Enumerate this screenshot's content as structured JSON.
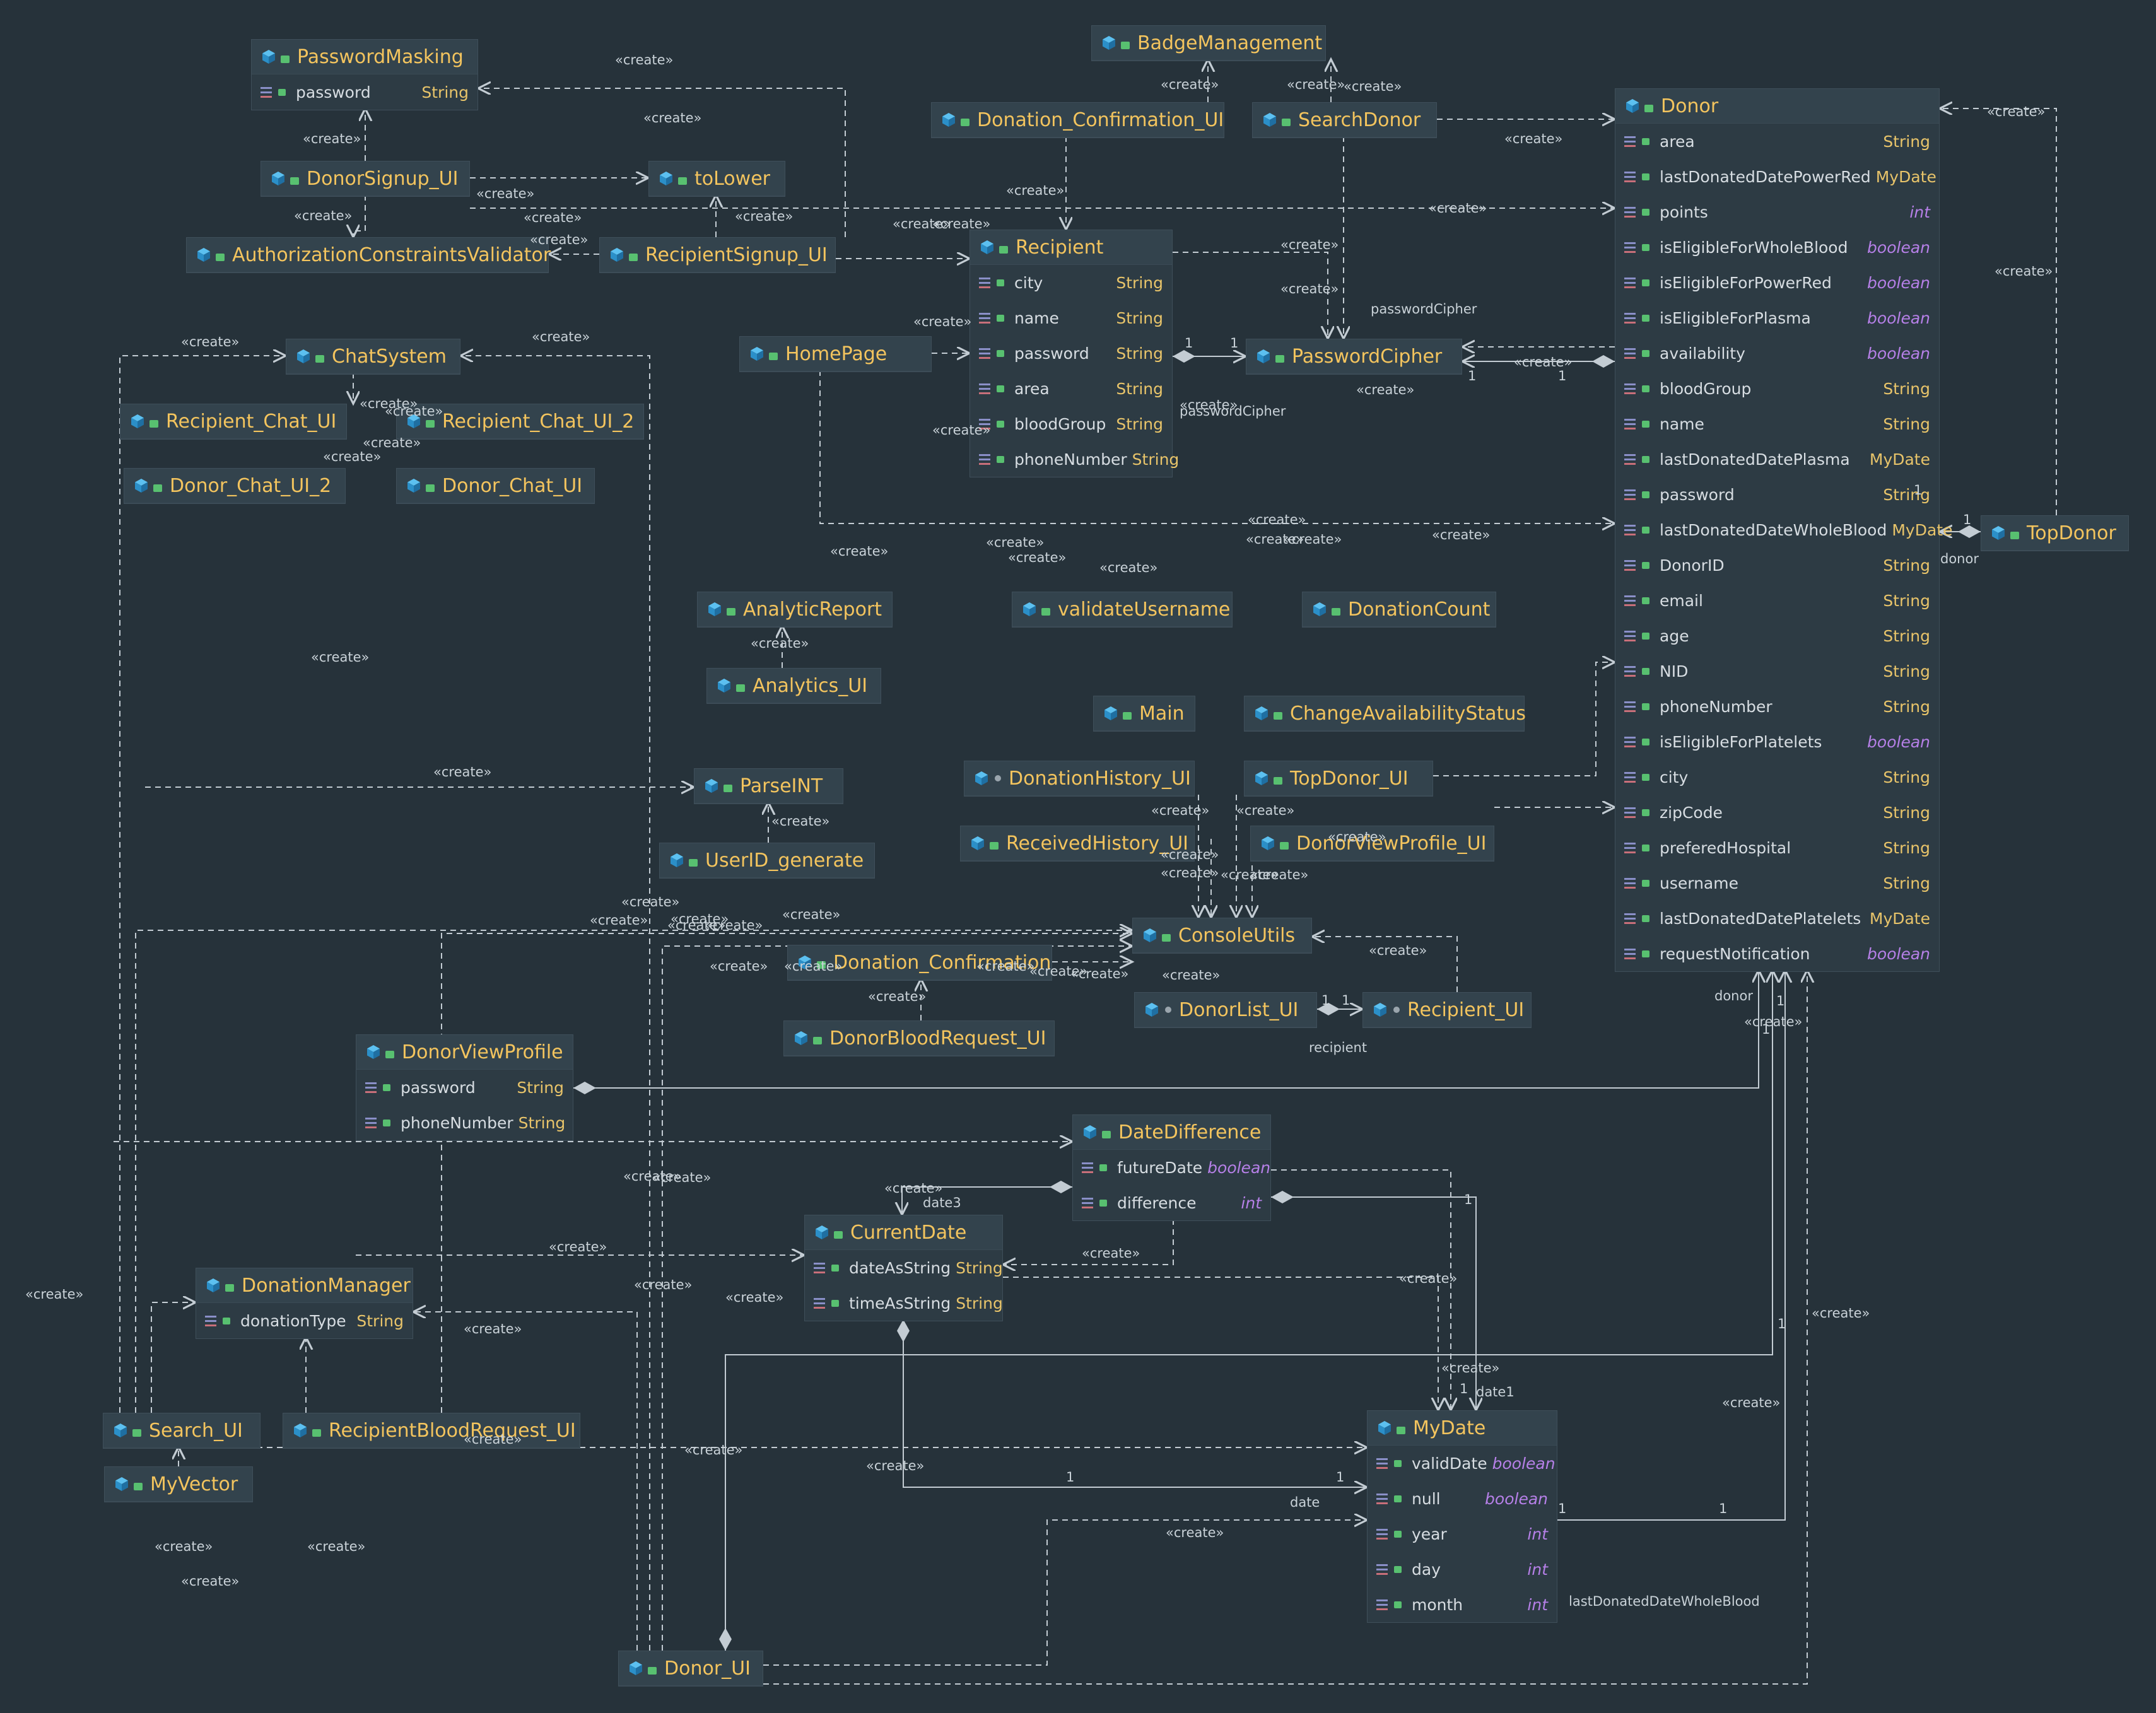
{
  "classes": {
    "PasswordMasking": {
      "name": "PasswordMasking",
      "fields": [
        {
          "name": "password",
          "type": "String"
        }
      ]
    },
    "BadgeManagement": {
      "name": "BadgeManagement",
      "fields": []
    },
    "Donation_Confirmation_UI": {
      "name": "Donation_Confirmation_UI",
      "fields": []
    },
    "SearchDonor": {
      "name": "SearchDonor",
      "fields": []
    },
    "Donor": {
      "name": "Donor",
      "fields": [
        {
          "name": "area",
          "type": "String"
        },
        {
          "name": "lastDonatedDatePowerRed",
          "type": "MyDate"
        },
        {
          "name": "points",
          "type": "int"
        },
        {
          "name": "isEligibleForWholeBlood",
          "type": "boolean"
        },
        {
          "name": "isEligibleForPowerRed",
          "type": "boolean"
        },
        {
          "name": "isEligibleForPlasma",
          "type": "boolean"
        },
        {
          "name": "availability",
          "type": "boolean"
        },
        {
          "name": "bloodGroup",
          "type": "String"
        },
        {
          "name": "name",
          "type": "String"
        },
        {
          "name": "lastDonatedDatePlasma",
          "type": "MyDate"
        },
        {
          "name": "password",
          "type": "String"
        },
        {
          "name": "lastDonatedDateWholeBlood",
          "type": "MyDate"
        },
        {
          "name": "DonorID",
          "type": "String"
        },
        {
          "name": "email",
          "type": "String"
        },
        {
          "name": "age",
          "type": "String"
        },
        {
          "name": "NID",
          "type": "String"
        },
        {
          "name": "phoneNumber",
          "type": "String"
        },
        {
          "name": "isEligibleForPlatelets",
          "type": "boolean"
        },
        {
          "name": "city",
          "type": "String"
        },
        {
          "name": "zipCode",
          "type": "String"
        },
        {
          "name": "preferedHospital",
          "type": "String"
        },
        {
          "name": "username",
          "type": "String"
        },
        {
          "name": "lastDonatedDatePlatelets",
          "type": "MyDate"
        },
        {
          "name": "requestNotification",
          "type": "boolean"
        }
      ]
    },
    "DonorSignup_UI": {
      "name": "DonorSignup_UI",
      "fields": []
    },
    "toLower": {
      "name": "toLower",
      "fields": []
    },
    "AuthorizationConstraintsValidator": {
      "name": "AuthorizationConstraintsValidator",
      "fields": []
    },
    "RecipientSignup_UI": {
      "name": "RecipientSignup_UI",
      "fields": []
    },
    "Recipient": {
      "name": "Recipient",
      "fields": [
        {
          "name": "city",
          "type": "String"
        },
        {
          "name": "name",
          "type": "String"
        },
        {
          "name": "password",
          "type": "String"
        },
        {
          "name": "area",
          "type": "String"
        },
        {
          "name": "bloodGroup",
          "type": "String"
        },
        {
          "name": "phoneNumber",
          "type": "String"
        }
      ]
    },
    "ChatSystem": {
      "name": "ChatSystem",
      "fields": []
    },
    "HomePage": {
      "name": "HomePage",
      "fields": []
    },
    "PasswordCipher": {
      "name": "PasswordCipher",
      "fields": []
    },
    "Recipient_Chat_UI": {
      "name": "Recipient_Chat_UI",
      "fields": []
    },
    "Recipient_Chat_UI_2": {
      "name": "Recipient_Chat_UI_2",
      "fields": []
    },
    "Donor_Chat_UI_2": {
      "name": "Donor_Chat_UI_2",
      "fields": []
    },
    "Donor_Chat_UI": {
      "name": "Donor_Chat_UI",
      "fields": []
    },
    "TopDonor": {
      "name": "TopDonor",
      "fields": []
    },
    "AnalyticReport": {
      "name": "AnalyticReport",
      "fields": []
    },
    "validateUsername": {
      "name": "validateUsername",
      "fields": []
    },
    "DonationCount": {
      "name": "DonationCount",
      "fields": []
    },
    "Analytics_UI": {
      "name": "Analytics_UI",
      "fields": []
    },
    "Main": {
      "name": "Main",
      "fields": []
    },
    "ChangeAvailabilityStatus": {
      "name": "ChangeAvailabilityStatus",
      "fields": []
    },
    "ParseINT": {
      "name": "ParseINT",
      "fields": []
    },
    "DonationHistory_UI": {
      "name": "DonationHistory_UI",
      "fields": []
    },
    "TopDonor_UI": {
      "name": "TopDonor_UI",
      "fields": []
    },
    "UserID_generate": {
      "name": "UserID_generate",
      "fields": []
    },
    "ReceivedHistory_UI": {
      "name": "ReceivedHistory_UI",
      "fields": []
    },
    "DonorViewProfile_UI": {
      "name": "DonorViewProfile_UI",
      "fields": []
    },
    "ConsoleUtils": {
      "name": "ConsoleUtils",
      "fields": []
    },
    "Donation_Confirmation": {
      "name": "Donation_Confirmation",
      "fields": []
    },
    "DonorList_UI": {
      "name": "DonorList_UI",
      "fields": []
    },
    "Recipient_UI": {
      "name": "Recipient_UI",
      "fields": []
    },
    "DonorBloodRequest_UI": {
      "name": "DonorBloodRequest_UI",
      "fields": []
    },
    "DonorViewProfile": {
      "name": "DonorViewProfile",
      "fields": [
        {
          "name": "password",
          "type": "String"
        },
        {
          "name": "phoneNumber",
          "type": "String"
        }
      ]
    },
    "DateDifference": {
      "name": "DateDifference",
      "fields": [
        {
          "name": "futureDate",
          "type": "boolean"
        },
        {
          "name": "difference",
          "type": "int"
        }
      ]
    },
    "CurrentDate": {
      "name": "CurrentDate",
      "fields": [
        {
          "name": "dateAsString",
          "type": "String"
        },
        {
          "name": "timeAsString",
          "type": "String"
        }
      ]
    },
    "DonationManager": {
      "name": "DonationManager",
      "fields": [
        {
          "name": "donationType",
          "type": "String"
        }
      ]
    },
    "Search_UI": {
      "name": "Search_UI",
      "fields": []
    },
    "RecipientBloodRequest_UI": {
      "name": "RecipientBloodRequest_UI",
      "fields": []
    },
    "MyDate": {
      "name": "MyDate",
      "fields": [
        {
          "name": "validDate",
          "type": "boolean"
        },
        {
          "name": "null",
          "type": "boolean"
        },
        {
          "name": "year",
          "type": "int"
        },
        {
          "name": "day",
          "type": "int"
        },
        {
          "name": "month",
          "type": "int"
        }
      ]
    },
    "MyVector": {
      "name": "MyVector",
      "fields": []
    },
    "Donor_UI": {
      "name": "Donor_UI",
      "fields": []
    }
  },
  "primitive_types": [
    "int",
    "boolean"
  ],
  "edge_labels": {
    "create": "«create»",
    "passwordCipher": "passwordCipher",
    "donor": "donor",
    "recipient": "recipient",
    "date": "date",
    "date1": "date1",
    "date3": "date3",
    "lastDonatedDateWholeBlood": "lastDonatedDateWholeBlood",
    "mult_one": "1"
  },
  "colors": {
    "background": "#26323a",
    "class_fill": "#2d3b44",
    "class_name": "#f3c45e",
    "field_name": "#d7dde2",
    "type_ref": "#e8c46a",
    "type_primitive": "#b680e8",
    "edge": "#c3ccd3",
    "class_icon": "#35a3d8",
    "lock_icon": "#58c070"
  }
}
